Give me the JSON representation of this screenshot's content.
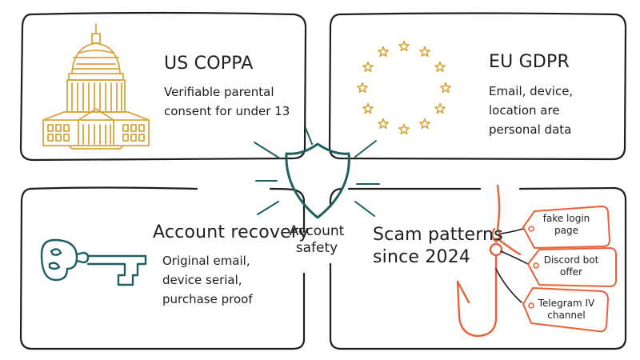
{
  "center": {
    "label_line1": "Account",
    "label_line2": "safety",
    "icon": "shield-icon"
  },
  "panels": {
    "coppa": {
      "title": "US COPPA",
      "line1": "Verifiable parental",
      "line2": "consent for under 13",
      "icon": "capitol-building-icon"
    },
    "gdpr": {
      "title": "EU GDPR",
      "line1": "Email, device,",
      "line2": "location are",
      "line3": "personal data",
      "icon": "eu-stars-icon"
    },
    "recovery": {
      "title": "Account recovery",
      "line1": "Original email,",
      "line2": "device serial,",
      "line3": "purchase proof",
      "icon": "key-icon"
    },
    "scams": {
      "title_line1": "Scam patterns",
      "title_line2": "since 2024",
      "icon": "fishing-hook-icon",
      "tags": [
        {
          "line1": "fake login",
          "line2": "page"
        },
        {
          "line1": "Discord bot",
          "line2": "offer"
        },
        {
          "line1": "Telegram IV",
          "line2": "channel"
        }
      ]
    }
  },
  "colors": {
    "ink": "#1e1e1e",
    "gold": "#d9a53a",
    "teal": "#1f5f5f",
    "coral": "#e8613c"
  }
}
